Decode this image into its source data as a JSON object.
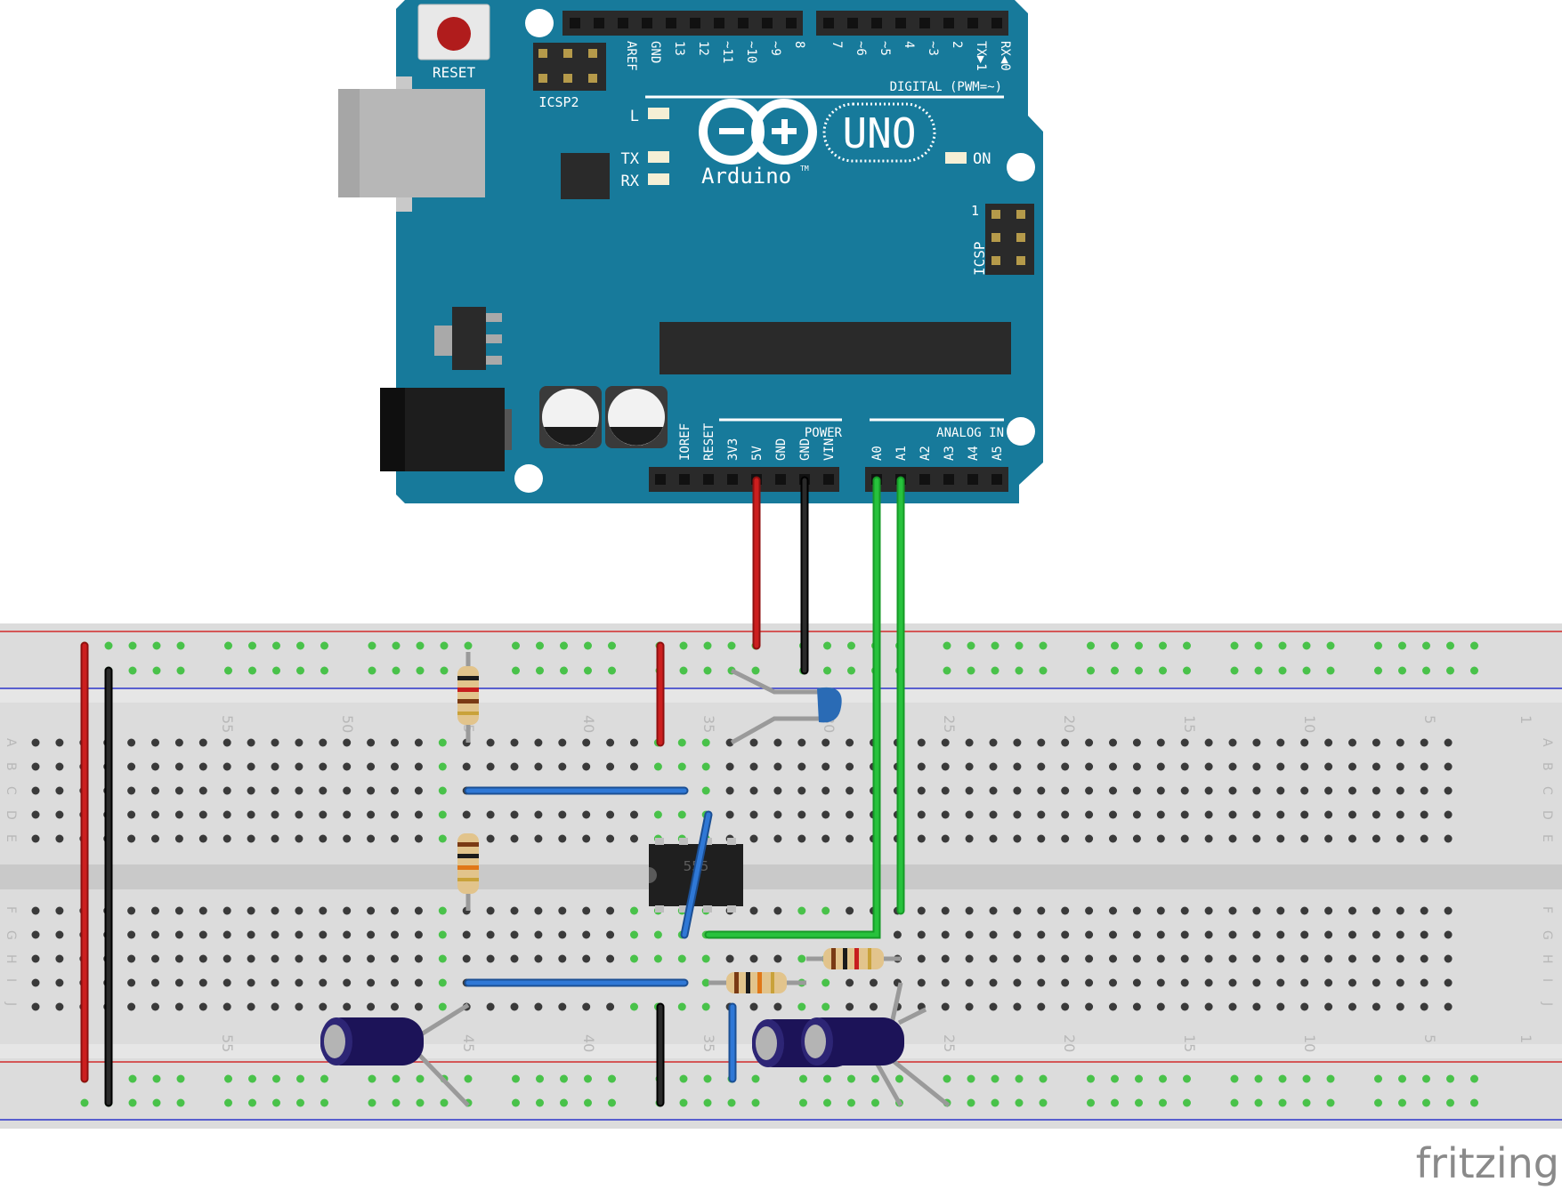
{
  "arduino": {
    "reset_label": "RESET",
    "icsp2_label": "ICSP2",
    "icsp_label": "ICSP",
    "icsp_pin1": "1",
    "logo_word": "Arduino",
    "logo_tm": "TM",
    "model": "UNO",
    "led_l": "L",
    "led_tx": "TX",
    "led_rx": "RX",
    "led_on": "ON",
    "digital_header": "DIGITAL (PWM=~)",
    "digital_pins": [
      "AREF",
      "GND",
      "13",
      "12",
      "~11",
      "~10",
      "~9",
      "8",
      "7",
      "~6",
      "~5",
      "4",
      "~3",
      "2",
      "TX▶1",
      "RX◀0"
    ],
    "power_header": "POWER",
    "power_pins": [
      "IOREF",
      "RESET",
      "3V3",
      "5V",
      "GND",
      "GND",
      "VIN"
    ],
    "analog_header": "ANALOG IN",
    "analog_pins": [
      "A0",
      "A1",
      "A2",
      "A3",
      "A4",
      "A5"
    ]
  },
  "breadboard": {
    "column_numbers": [
      "55",
      "50",
      "45",
      "40",
      "35",
      "30",
      "25",
      "20",
      "15",
      "10",
      "5",
      "1"
    ],
    "row_letters_top": [
      "A",
      "B",
      "C",
      "D",
      "E"
    ],
    "row_letters_bottom": [
      "F",
      "G",
      "H",
      "I",
      "J"
    ]
  },
  "ic_label": "555",
  "branding": "fritzing",
  "colors": {
    "board": "#1a7b9c",
    "wire_red": "#cc1f1f",
    "wire_black": "#1b1b1b",
    "wire_green": "#27c23c",
    "wire_blue": "#2f78d6",
    "capacitor": "#1c1358",
    "ceramic_cap": "#2a6bb5"
  }
}
